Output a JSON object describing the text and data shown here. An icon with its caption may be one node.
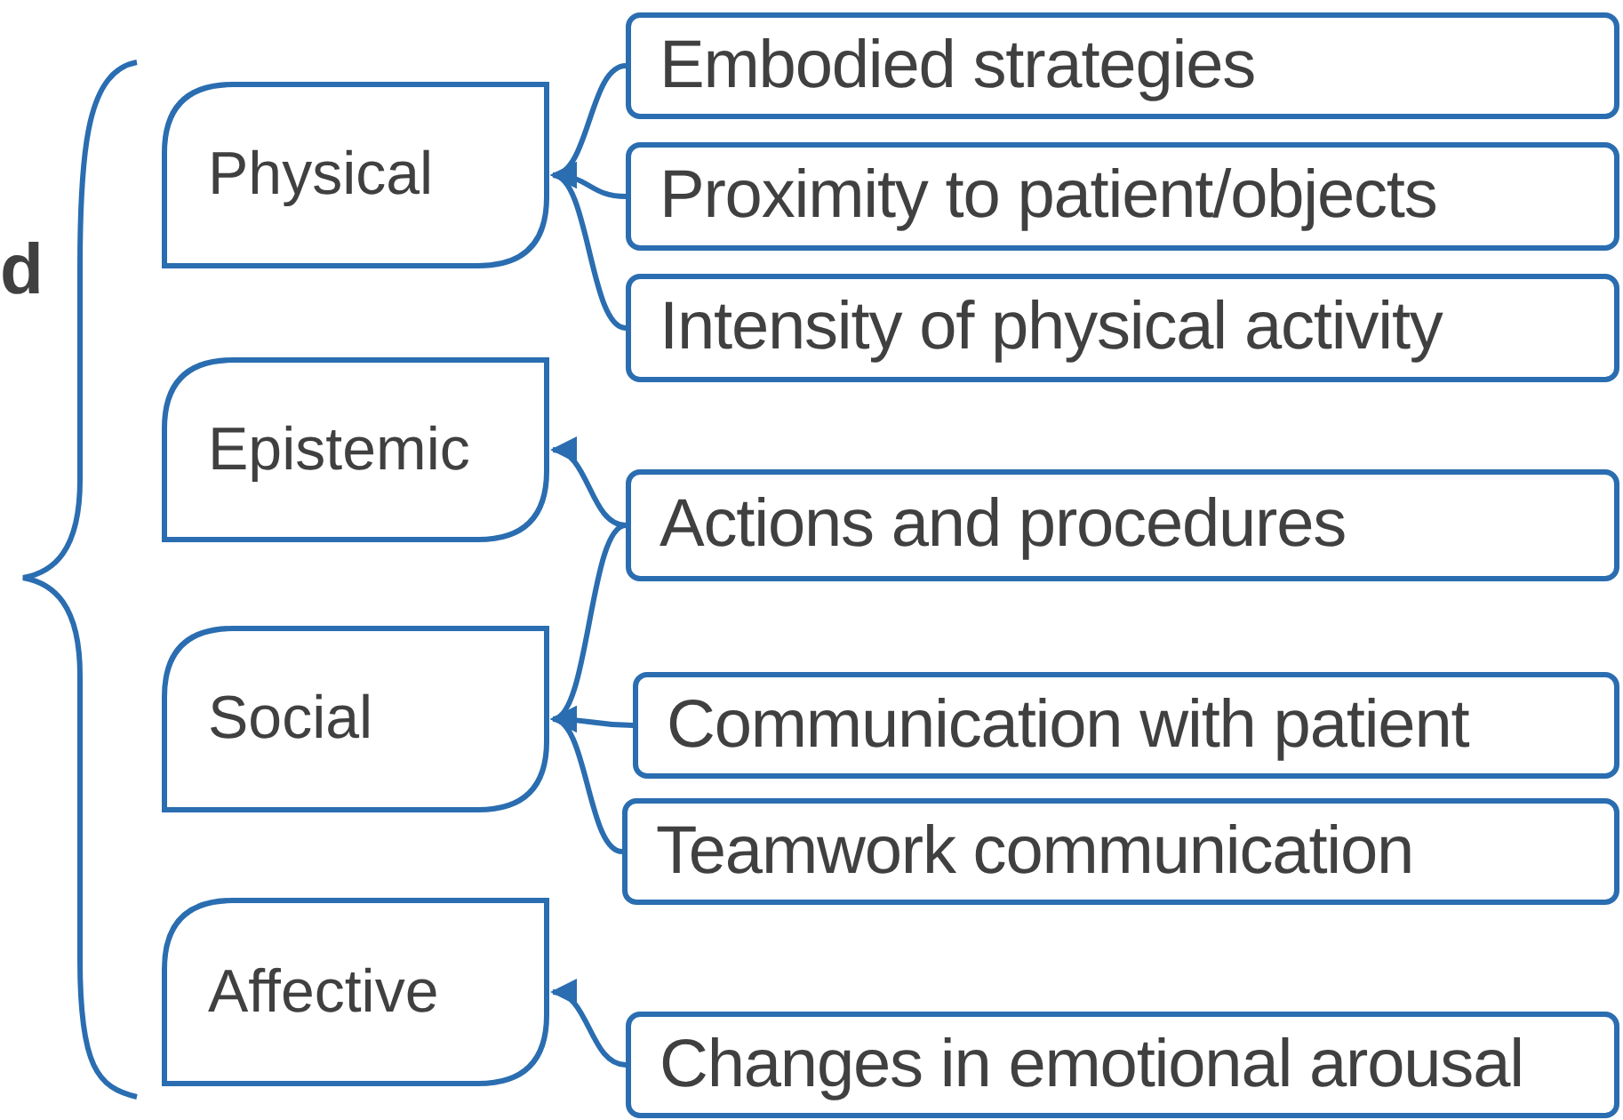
{
  "diagram": {
    "nodes": [
      {
        "text": [
          "Physical"
        ]
      },
      {
        "text": [
          "Epistemic"
        ]
      },
      {
        "text": [
          "Social"
        ]
      },
      {
        "text": [
          "Affective"
        ]
      },
      {
        "text": [
          "Embodied strategies"
        ]
      },
      {
        "text": [
          "Proximity to patient/objects"
        ]
      },
      {
        "text": [
          "Intensity of physical activity"
        ]
      },
      {
        "text": [
          "Actions and procedures"
        ]
      },
      {
        "text": [
          "Communication with patient"
        ]
      },
      {
        "text": [
          "Teamwork communication"
        ]
      },
      {
        "text": [
          "Changes in emotional arousal"
        ]
      }
    ],
    "edges": [
      {
        "from": 4,
        "to": 0,
        "arrow": "to"
      },
      {
        "from": 5,
        "to": 0,
        "arrow": "to"
      },
      {
        "from": 6,
        "to": 0,
        "arrow": "to"
      },
      {
        "from": 7,
        "to": 1,
        "arrow": "to"
      },
      {
        "from": 7,
        "to": 2,
        "arrow": "to"
      },
      {
        "from": 8,
        "to": 2,
        "arrow": "to"
      },
      {
        "from": 9,
        "to": 2,
        "arrow": "to"
      },
      {
        "from": 10,
        "to": 3,
        "arrow": "to"
      }
    ],
    "labels": [
      "d"
    ]
  }
}
